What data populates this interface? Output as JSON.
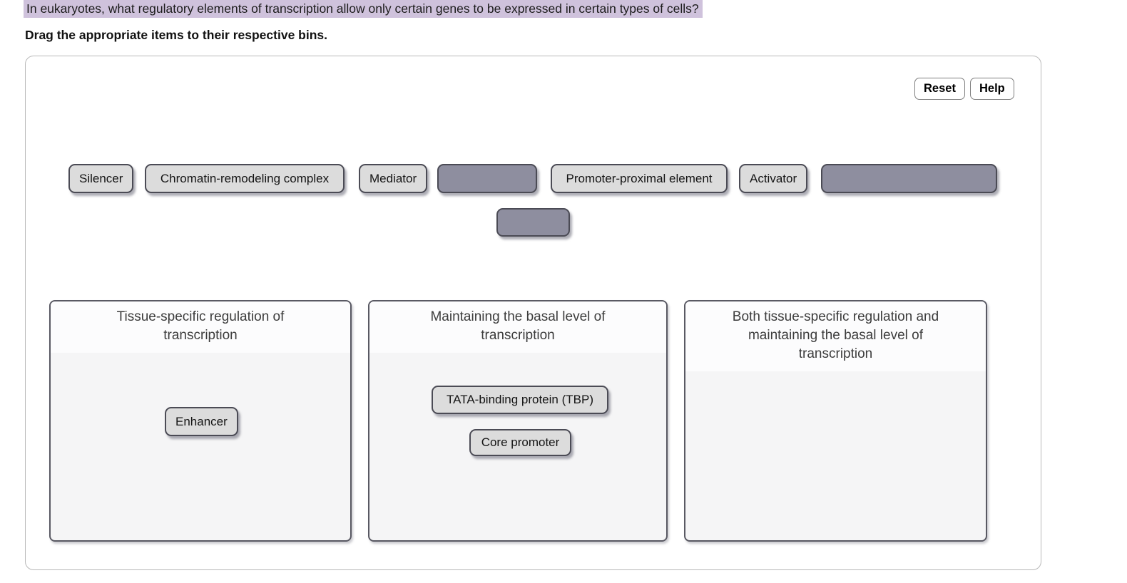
{
  "question": {
    "text": "In eukaryotes, what regulatory elements of transcription allow only certain genes to be expressed in certain types of cells?",
    "highlight_color": "#cfc2dc"
  },
  "instruction": "Drag the appropriate items to their respective bins.",
  "panel": {
    "buttons": {
      "reset": "Reset",
      "help": "Help"
    },
    "tray": {
      "row1": [
        {
          "type": "item",
          "label": "Silencer"
        },
        {
          "type": "item",
          "label": "Chromatin-remodeling complex"
        },
        {
          "type": "item",
          "label": "Mediator"
        },
        {
          "type": "empty-slot",
          "label": ""
        },
        {
          "type": "item",
          "label": "Promoter-proximal element"
        },
        {
          "type": "item",
          "label": "Activator"
        },
        {
          "type": "empty-slot",
          "label": ""
        }
      ],
      "row2": [
        {
          "type": "empty-slot",
          "label": ""
        }
      ]
    },
    "bins": [
      {
        "title": "Tissue-specific regulation of transcription",
        "items": [
          "Enhancer"
        ]
      },
      {
        "title": "Maintaining the basal level of transcription",
        "items": [
          "TATA-binding protein (TBP)",
          "Core promoter"
        ]
      },
      {
        "title": "Both tissue-specific regulation and maintaining the basal level of transcription",
        "items": []
      }
    ]
  },
  "colors": {
    "highlight": "#cfc2dc",
    "chip_bg": "#dcdcdc",
    "chip_border": "#4b4b55",
    "empty_chip_bg": "#8e8e9f",
    "bin_bg": "#f5f5f6",
    "bin_border": "#595963",
    "bin_title_text": "#3c3c3c"
  }
}
